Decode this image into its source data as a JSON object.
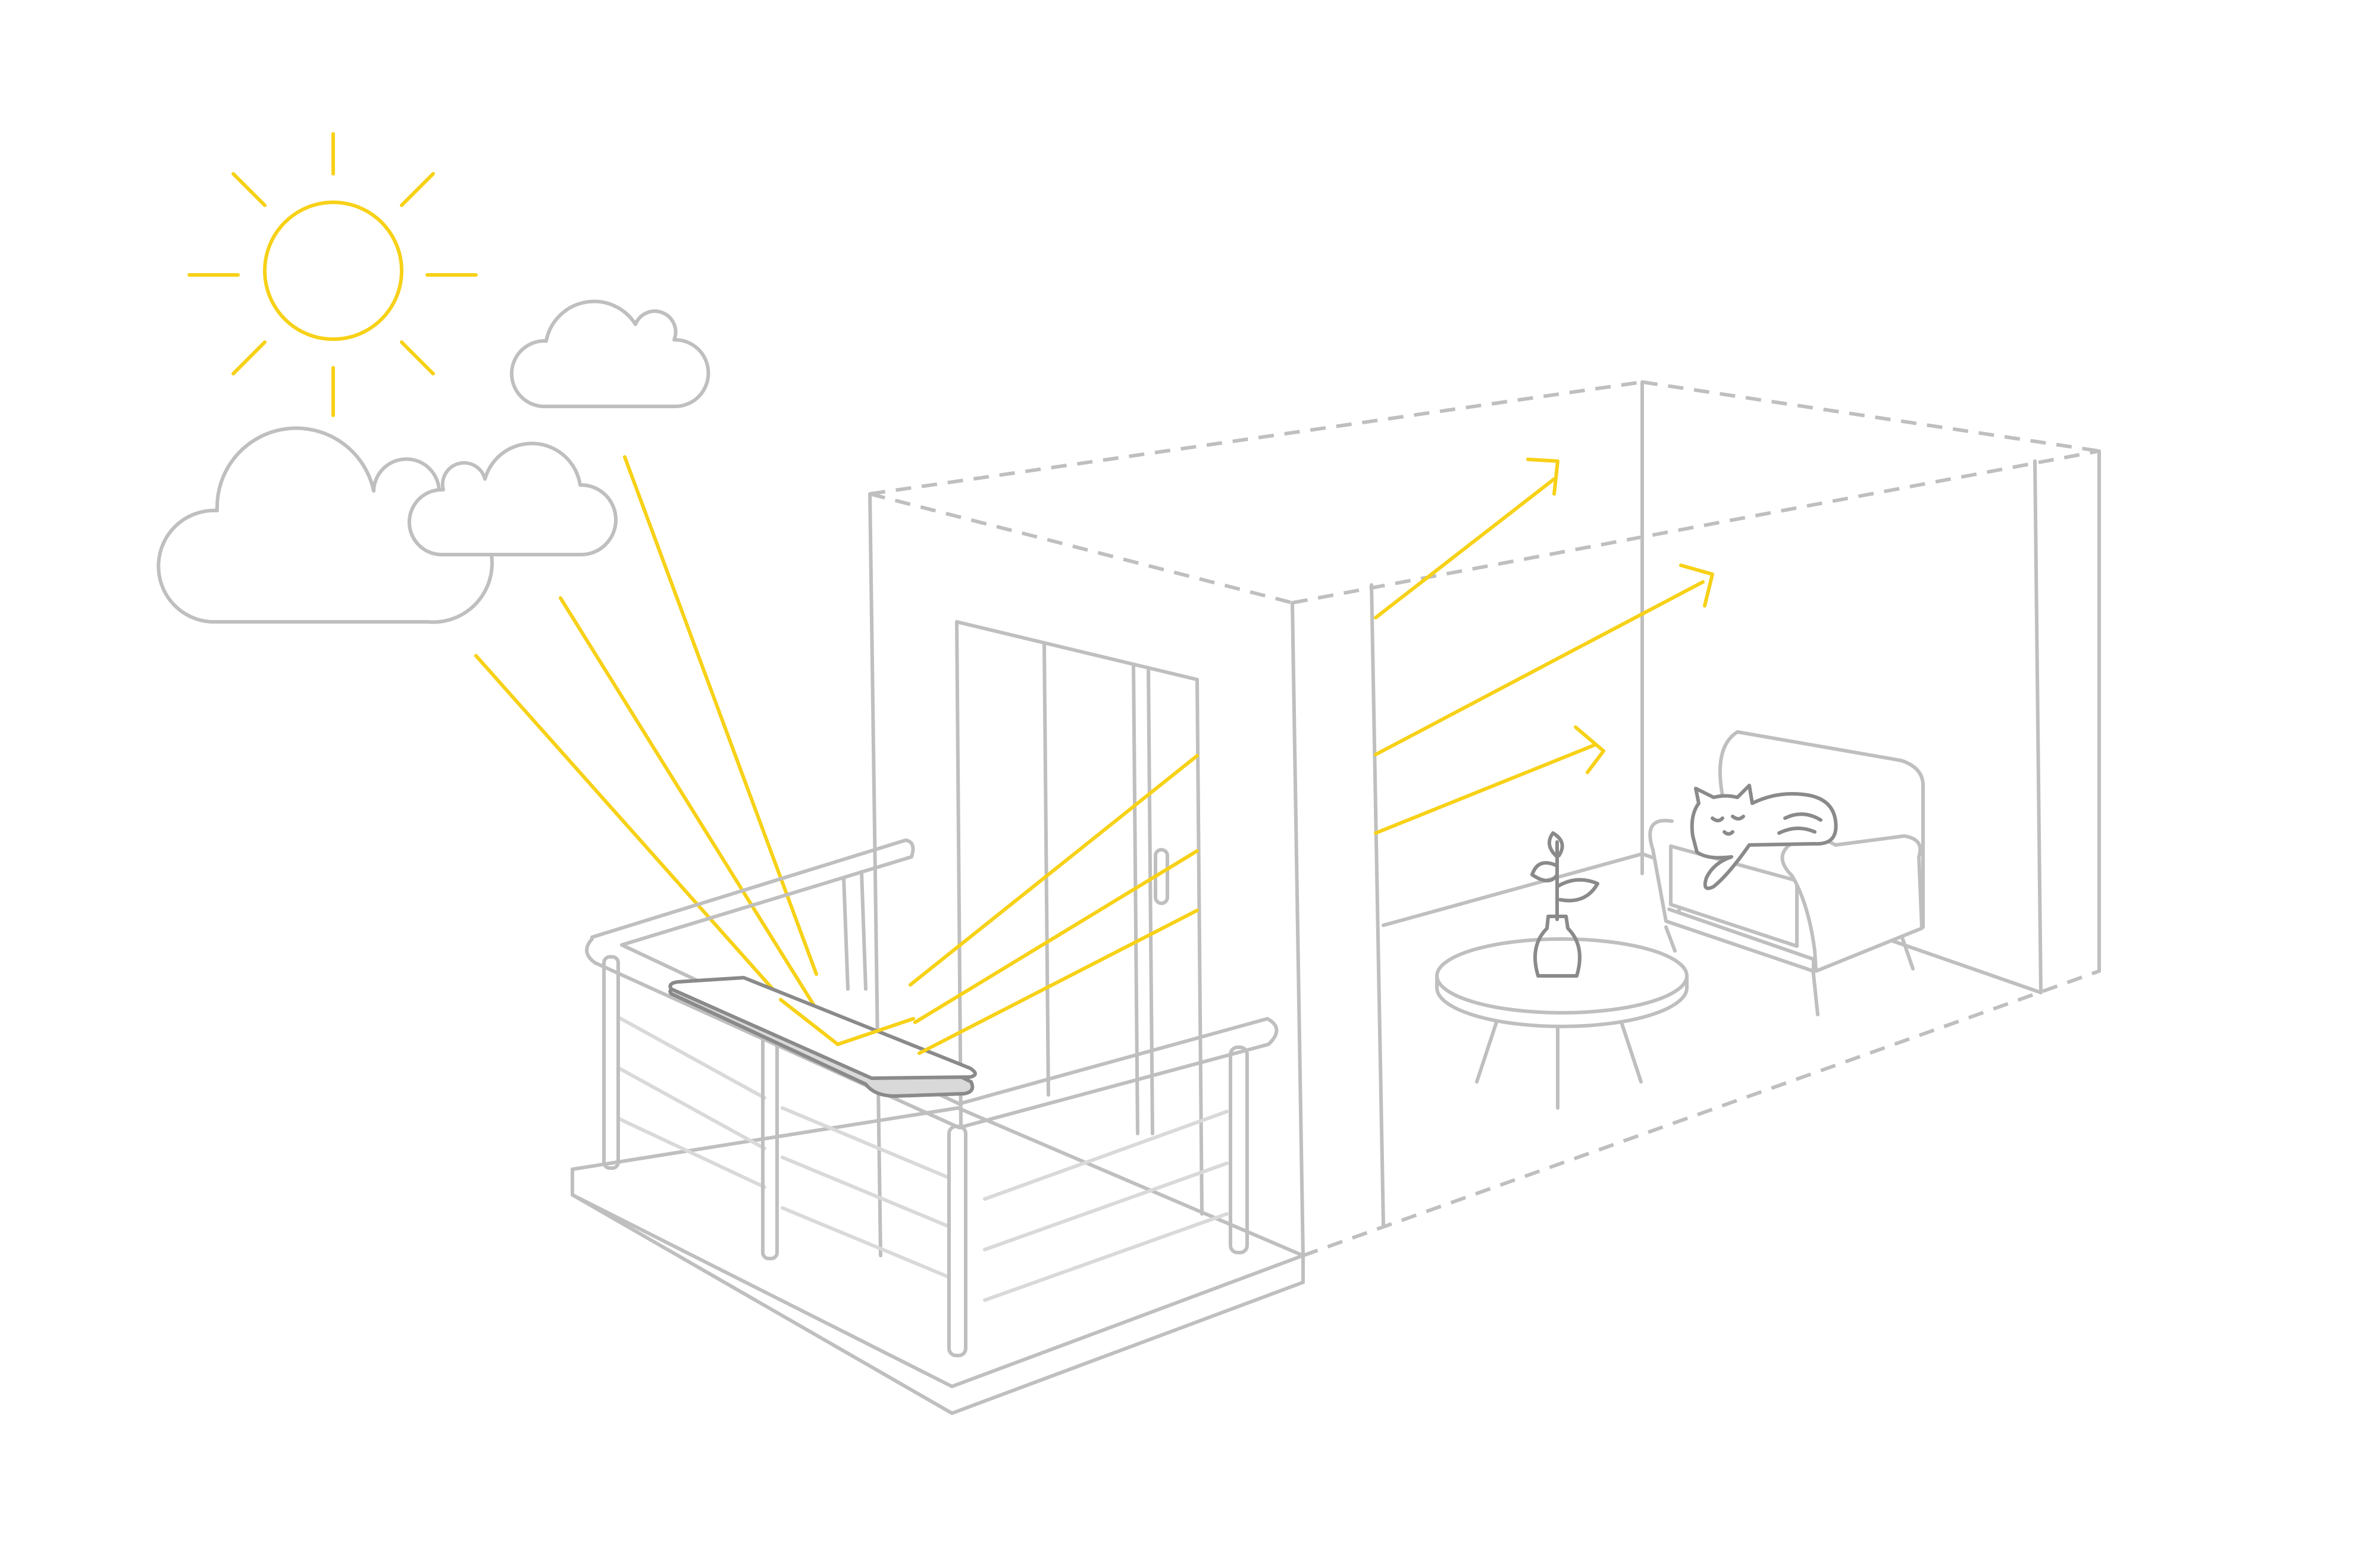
{
  "illustration": {
    "colors": {
      "sun": "#f7d117",
      "rays": "#f7d117",
      "outline": "#bfbfbf",
      "outline_light": "#d9d9d9",
      "accent_dark": "#8a8a8a",
      "background": "#ffffff"
    },
    "icons": [
      "sun-icon",
      "cloud-icon",
      "balcony-railing",
      "reflector-panel",
      "glass-door",
      "room-outline",
      "side-table",
      "plant-vase",
      "armchair",
      "cat-icon",
      "reflected-light-arrow"
    ]
  }
}
